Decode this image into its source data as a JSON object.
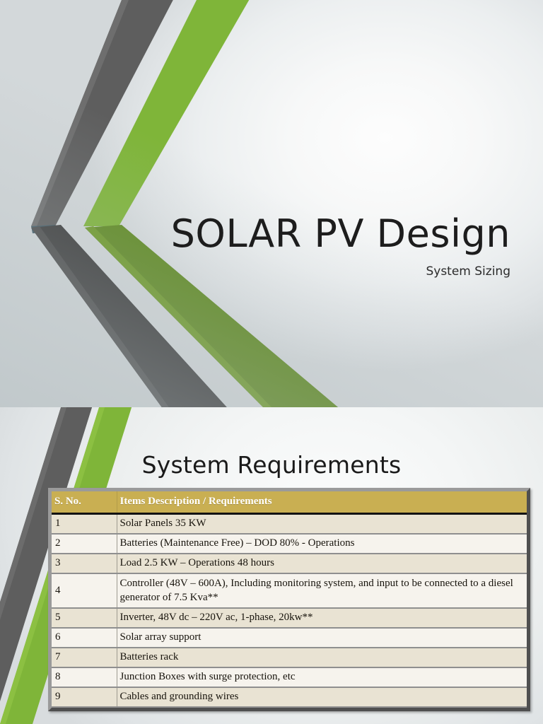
{
  "slide1": {
    "title": "SOLAR PV Design",
    "subtitle": "System Sizing",
    "colors": {
      "green_light": "#7FB539",
      "green_dark": "#5F8A21",
      "gray_light": "#5E5E5E",
      "gray_dark": "#3A3A3A",
      "background_light": "#FAFBFB",
      "background_edge": "#D2D7D9"
    }
  },
  "slide2": {
    "title": "System Requirements",
    "colors": {
      "table_header_bg": "#C9AF52",
      "table_header_text": "#FFFFFF",
      "row_odd_bg": "#E9E3D3",
      "row_even_bg": "#F6F3ED",
      "table_frame": "#4F4F4F",
      "grid_line": "#8F8F8F"
    },
    "table": {
      "columns": [
        "S. No.",
        "Items Description / Requirements"
      ],
      "rows": [
        {
          "sno": "1",
          "desc": "Solar Panels 35 KW"
        },
        {
          "sno": "2",
          "desc": "Batteries (Maintenance Free) – DOD 80% - Operations"
        },
        {
          "sno": "3",
          "desc": "Load 2.5 KW – Operations 48 hours"
        },
        {
          "sno": "4",
          "desc": "Controller (48V – 600A), Including monitoring system, and input to be connected to a diesel generator of 7.5 Kva**"
        },
        {
          "sno": "5",
          "desc": "Inverter, 48V dc – 220V ac, 1-phase, 20kw**"
        },
        {
          "sno": "6",
          "desc": "Solar array support"
        },
        {
          "sno": "7",
          "desc": "Batteries rack"
        },
        {
          "sno": "8",
          "desc": "Junction Boxes with surge protection, etc"
        },
        {
          "sno": "9",
          "desc": "Cables and grounding wires"
        }
      ]
    }
  }
}
